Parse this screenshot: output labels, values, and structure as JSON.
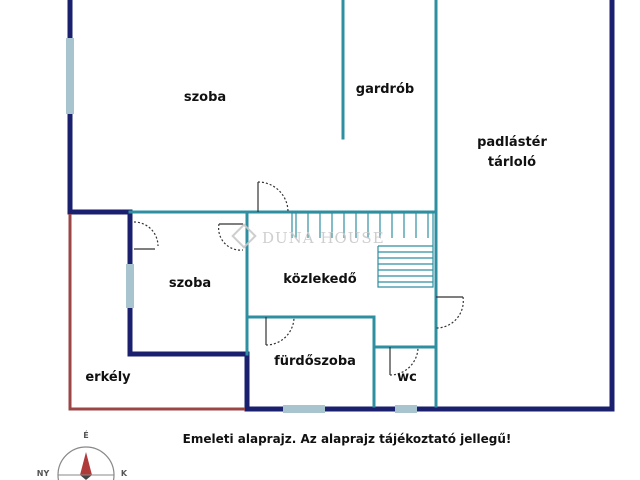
{
  "rooms": {
    "szoba_large": "szoba",
    "gardrob": "gardrób",
    "padlaster_1": "padlástér",
    "padlaster_2": "tárloló",
    "szoba_small": "szoba",
    "kozlekedo": "közlekedő",
    "erkely": "erkély",
    "furdoszoba": "fürdőszoba",
    "wc": "wc"
  },
  "caption": "Emeleti alaprajz. Az alaprajz tájékoztató jellegű!",
  "watermark": "DUNA HOUSE",
  "compass": {
    "north": "É",
    "northwest": "NY",
    "east": "K"
  },
  "colors": {
    "outer_wall": "#1a1f6e",
    "inner_wall": "#2e8fa0",
    "balcony_wall": "#9b4545",
    "window": "#a8c4cf"
  }
}
